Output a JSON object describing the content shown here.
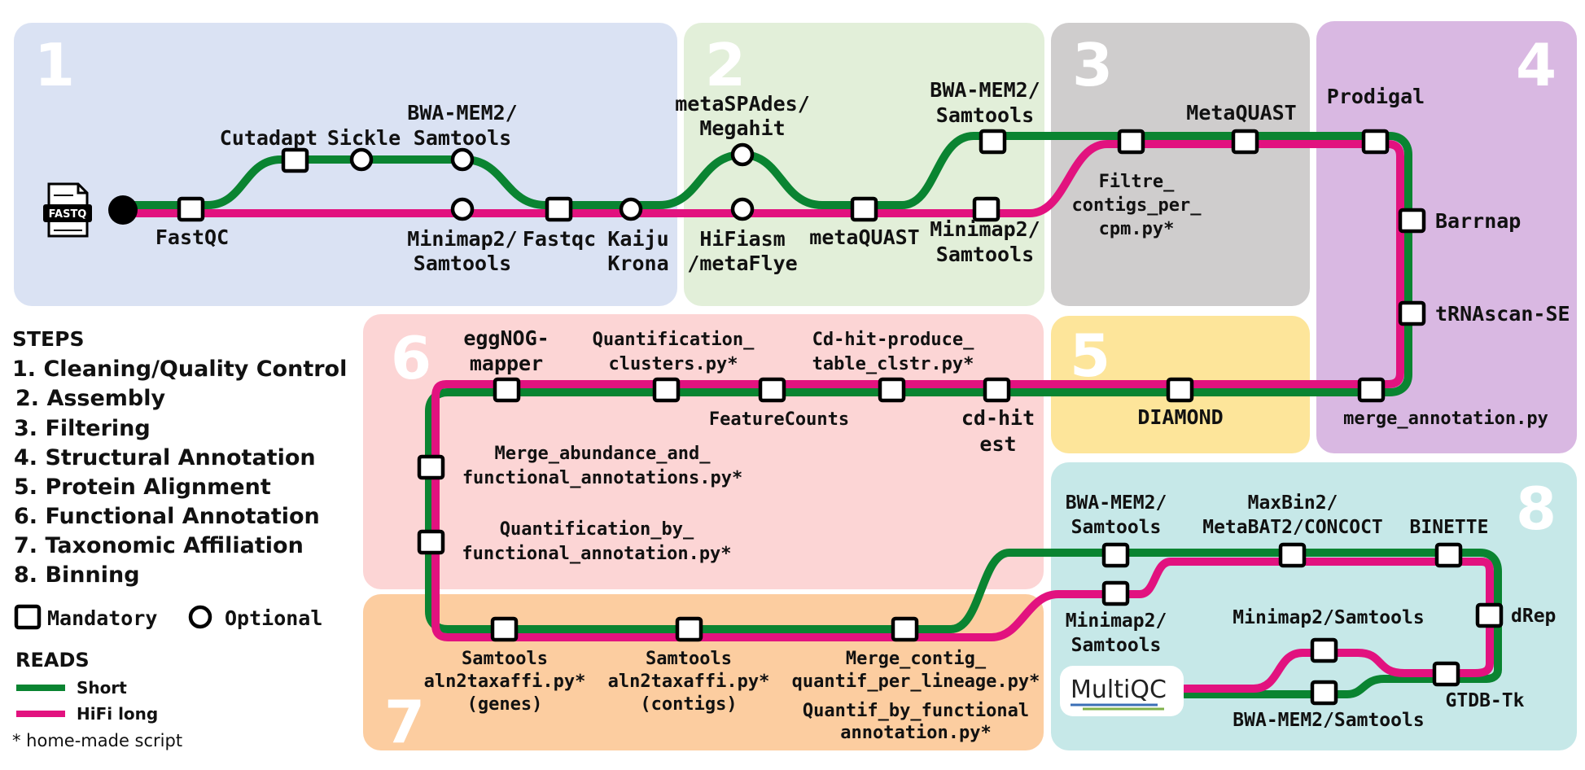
{
  "colors": {
    "short_line": "#0a8431",
    "hifi_line": "#e2127f",
    "section_1": "#dae2f3",
    "section_2": "#e2efd9",
    "section_3": "#cfcdcd",
    "section_4": "#d9b8e2",
    "section_5": "#fde59a",
    "section_6": "#fcd5d5",
    "section_7": "#fccda0",
    "section_8": "#c6e8e8"
  },
  "sections": [
    "1",
    "2",
    "3",
    "4",
    "5",
    "6",
    "7",
    "8"
  ],
  "input_icon": {
    "name": "fastq-file-icon",
    "label": "FASTQ"
  },
  "tools": {
    "fastqc": "FastQC",
    "cutadapt": "Cutadapt",
    "sickle": "Sickle",
    "bwa1": [
      "BWA-MEM2/",
      "Samtools"
    ],
    "minimap1": [
      "Minimap2/",
      "Samtools"
    ],
    "fastqc2": "Fastqc",
    "kaiju": [
      "Kaiju",
      "Krona"
    ],
    "metaspades": [
      "metaSPAdes/",
      "Megahit"
    ],
    "hifiasm": [
      "HiFiasm",
      "/metaFlye"
    ],
    "metaquast1": "metaQUAST",
    "bwa2": [
      "BWA-MEM2/",
      "Samtools"
    ],
    "minimap2b": [
      "Minimap2/",
      "Samtools"
    ],
    "filtre": [
      "Filtre_",
      "contigs_per_",
      "cpm.py*"
    ],
    "metaquast2": "MetaQUAST",
    "prodigal": "Prodigal",
    "barrnap": "Barrnap",
    "trnascan": "tRNAscan-SE",
    "merge_annotation": "merge_annotation.py",
    "diamond": "DIAMOND",
    "cdhit_est": [
      "cd-hit",
      "est"
    ],
    "cdhit_produce": [
      "Cd-hit-produce_",
      "table_clstr.py*"
    ],
    "featurecounts": "FeatureCounts",
    "quant_clusters": [
      "Quantification_",
      "clusters.py*"
    ],
    "eggnog": [
      "eggNOG-",
      "mapper"
    ],
    "merge_abundance": [
      "Merge_abundance_and_",
      "functional_annotations.py*"
    ],
    "quant_by_func": [
      "Quantification_by_",
      "functional_annotation.py*"
    ],
    "samtools_genes": [
      "Samtools",
      "aln2taxaffi.py*",
      "(genes)"
    ],
    "samtools_contigs": [
      "Samtools",
      "aln2taxaffi.py*",
      "(contigs)"
    ],
    "merge_contig": [
      "Merge_contig_",
      "quantif_per_lineage.py*"
    ],
    "quantif_functional": [
      "Quantif_by_functional",
      "annotation.py*"
    ],
    "bwa3": [
      "BWA-MEM2/",
      "Samtools"
    ],
    "minimap3": [
      "Minimap2/",
      "Samtools"
    ],
    "maxbin": [
      "MaxBin2/",
      "MetaBAT2/CONCOCT"
    ],
    "binette": "BINETTE",
    "drep": "dRep",
    "gtdb": "GTDB-Tk",
    "minimap4": "Minimap2/Samtools",
    "bwa4": "BWA-MEM2/Samtools",
    "multiqc": "MultiQC"
  },
  "steps": {
    "title": "STEPS",
    "items": [
      "1. Cleaning/Quality Control",
      "2. Assembly",
      "3. Filtering",
      "4. Structural Annotation",
      "5. Protein Alignment",
      "6. Functional Annotation",
      "7. Taxonomic Affiliation",
      "8. Binning"
    ]
  },
  "legend": {
    "mandatory": "Mandatory",
    "optional": "Optional",
    "reads_title": "READS",
    "short": "Short",
    "hifi": "HiFi long",
    "note": "* home-made script"
  }
}
